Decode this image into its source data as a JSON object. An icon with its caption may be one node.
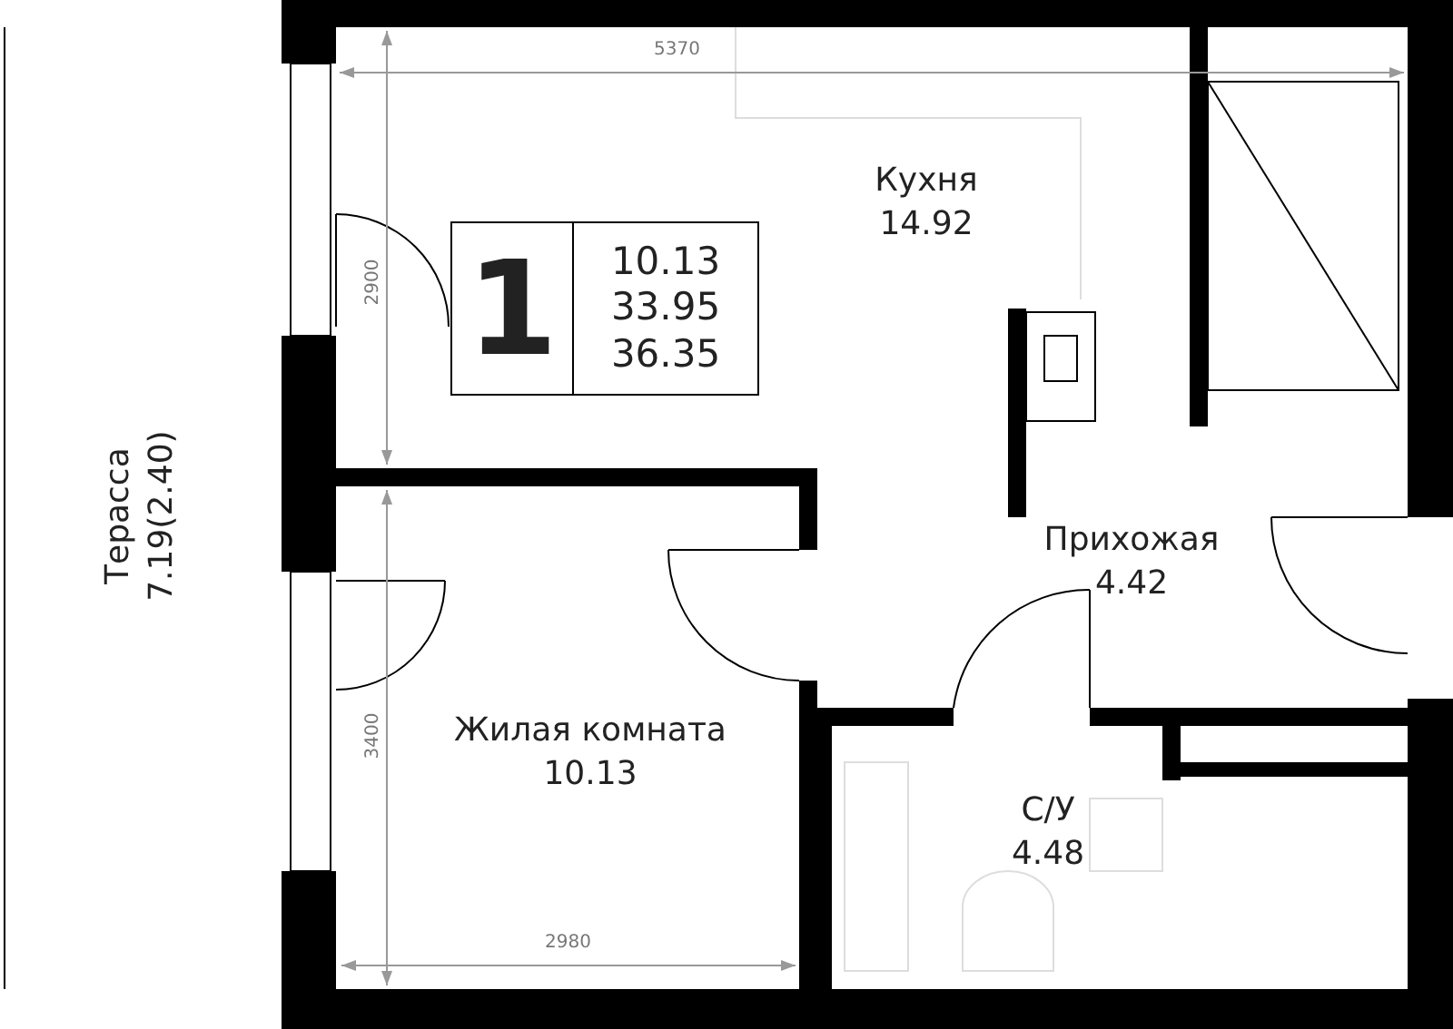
{
  "diagram": {
    "nodes": [
      {
        "text": [
          "Терасса",
          "7.19(2.40)"
        ]
      },
      {
        "text": [
          "Кухня",
          "14.92"
        ]
      },
      {
        "text": [
          "1",
          "10.13",
          "33.95",
          "36.35"
        ]
      },
      {
        "text": [
          "Прихожая",
          "4.42"
        ]
      },
      {
        "text": [
          "Жилая комната",
          "10.13"
        ]
      },
      {
        "text": [
          "С/У",
          "4.48"
        ]
      }
    ],
    "edges": [],
    "labels": [
      "5370",
      "2900",
      "3400",
      "2980"
    ]
  }
}
